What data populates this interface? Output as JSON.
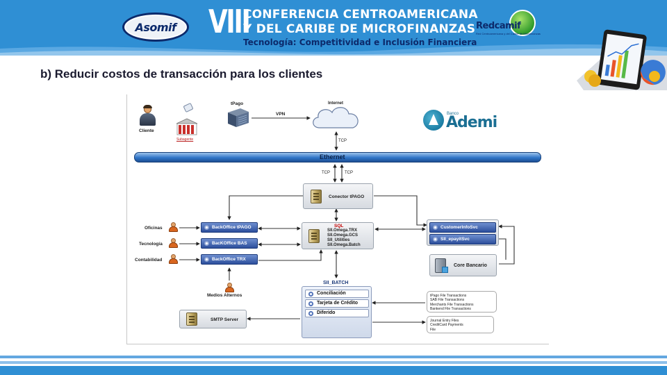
{
  "header": {
    "logo_left_text": "Asomif",
    "edition": "VIII",
    "line1": "CONFERENCIA CENTROAMERICANA",
    "line2": "Y DEL CARIBE DE MICROFINANZAS",
    "line3": "Tecnología: Competitividad e Inclusión Financiera",
    "logo_right_text": "Redcamif",
    "logo_right_tagline": "Red Centroamericana y del Caribe de Microfinanzas"
  },
  "slide_title": "b) Reducir costos de transacción para los clientes",
  "diagram": {
    "cliente": "Cliente",
    "subagente": "Subagente",
    "tpago": "tPago",
    "vpn": "VPN",
    "internet": "Internet",
    "tcp_internet": "TCP",
    "ethernet": "Ethernet",
    "tcp_left": "TCP",
    "tcp_right": "TCP",
    "ademi_pre": "Banco",
    "ademi": "Ademi",
    "conector": "Conector tPAGO",
    "sql_title": "SQL",
    "sql_lines": [
      "SII.Omega.TRX",
      "SII.Omega.GCS",
      "SII_Utilities",
      "SII.Omega.Batch"
    ],
    "oficinas": "Oficinas",
    "tecnologia": "Tecnología",
    "contabilidad": "Contabilidad",
    "backoffice": [
      "BackOffice tPAGO",
      "BacKOffice BAS",
      "BackOffice TRX"
    ],
    "medios_alternos": "Medios Alternos",
    "customer_info": "CustomerInfoSvc",
    "epay": "SII_epayitSvc",
    "core_bancario": "Core Bancario",
    "batch_title": "SII_BATCH",
    "batch_items": [
      "Conciliación",
      "Tarjeta de Crédito",
      "Diferido"
    ],
    "smtp": "SMTP Server",
    "files_top": [
      "tPago File Transactions",
      "SAB File Transactions",
      "Merchants File Transactions",
      "Bankend File Transactions"
    ],
    "files_bottom": [
      "Journal Entry Files",
      "CreditCard Payments",
      "File"
    ]
  },
  "colors": {
    "banner": "#2f8fd4",
    "navy": "#0c2a6b",
    "ethernet": "#2f74c7",
    "node_blue": "#2c4f9c"
  }
}
